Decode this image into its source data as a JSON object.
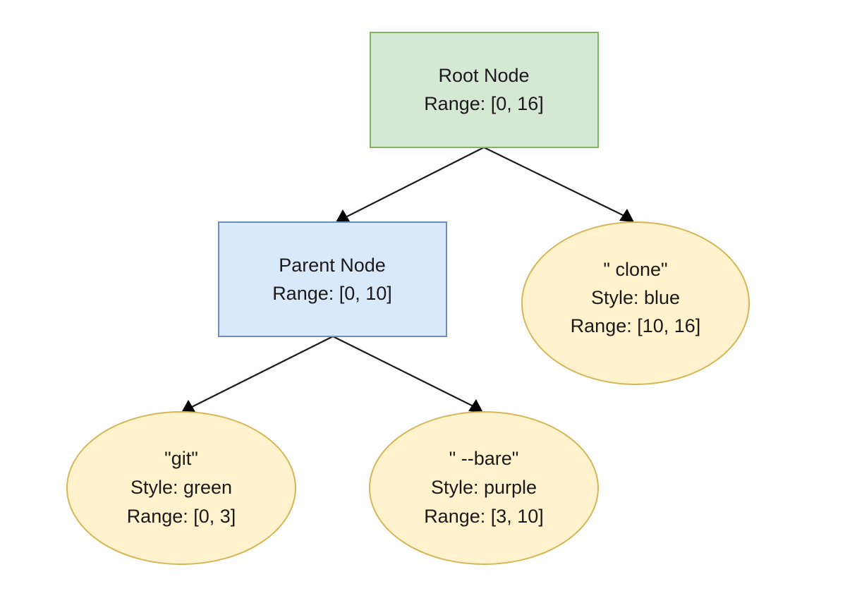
{
  "colors": {
    "root_fill": "#d5e8d4",
    "root_stroke": "#82b366",
    "parent_fill": "#dae8fc",
    "parent_stroke": "#6c8ebf",
    "leaf_fill": "#fff2cc",
    "leaf_stroke": "#d6b656",
    "edge": "#1a1a1a"
  },
  "nodes": {
    "root": {
      "shape": "rectangle",
      "title": "Root Node",
      "range": "Range: [0, 16]"
    },
    "parent": {
      "shape": "rectangle",
      "title": "Parent Node",
      "range": "Range: [0, 10]"
    },
    "clone": {
      "shape": "ellipse",
      "title": "\" clone\"",
      "style": "Style: blue",
      "range": "Range: [10, 16]"
    },
    "git": {
      "shape": "ellipse",
      "title": "\"git\"",
      "style": "Style: green",
      "range": "Range: [0, 3]"
    },
    "bare": {
      "shape": "ellipse",
      "title": "\" --bare\"",
      "style": "Style: purple",
      "range": "Range: [3, 10]"
    }
  },
  "edges": [
    {
      "from": "root",
      "to": "parent"
    },
    {
      "from": "root",
      "to": "clone"
    },
    {
      "from": "parent",
      "to": "git"
    },
    {
      "from": "parent",
      "to": "bare"
    }
  ]
}
